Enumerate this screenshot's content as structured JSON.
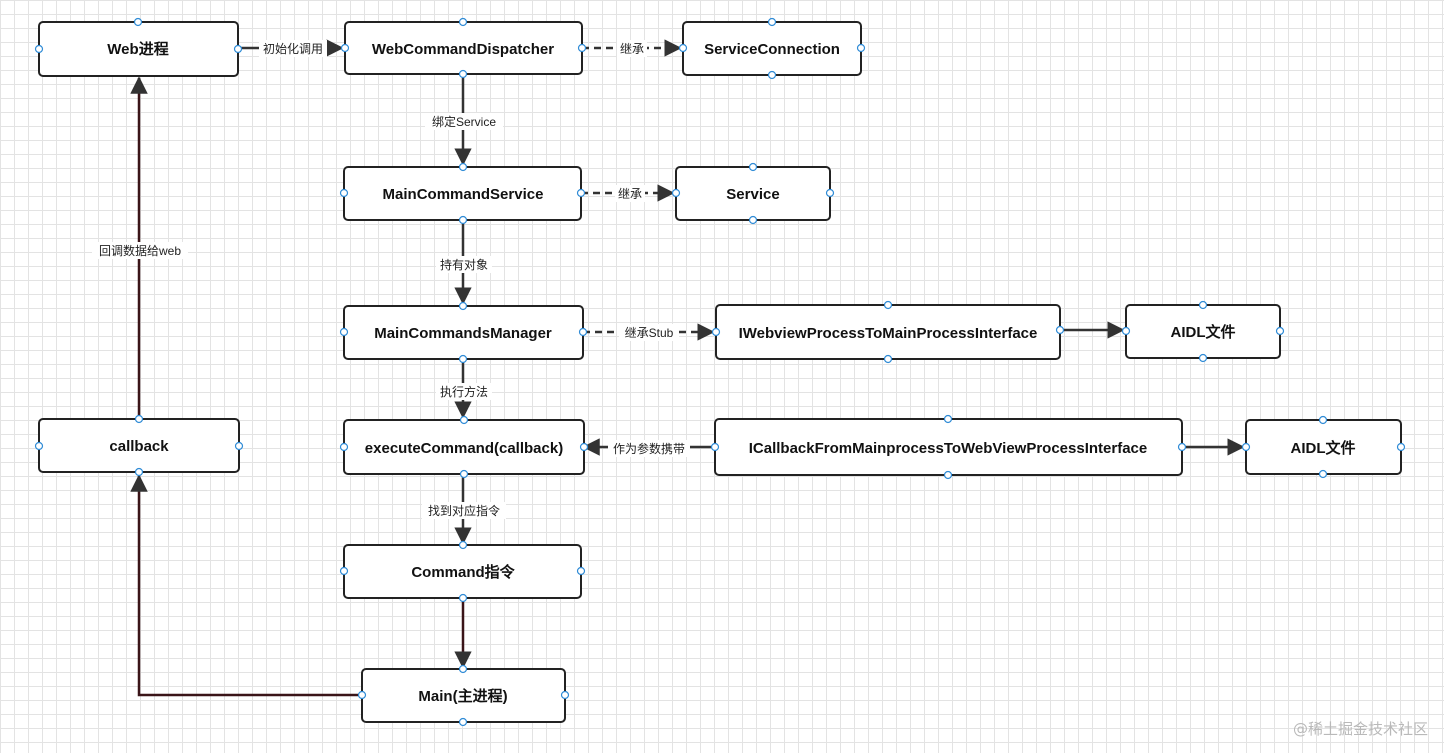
{
  "nodes": {
    "web": "Web进程",
    "dispatcher": "WebCommandDispatcher",
    "service_connection": "ServiceConnection",
    "main_command_service": "MainCommandService",
    "service": "Service",
    "commands_manager": "MainCommandsManager",
    "iwebview_interface": "IWebviewProcessToMainProcessInterface",
    "aidl_1": "AIDL文件",
    "callback": "callback",
    "execute_command": "executeCommand(callback)",
    "icallback_interface": "ICallbackFromMainprocessToWebViewProcessInterface",
    "aidl_2": "AIDL文件",
    "command": "Command指令",
    "main": "Main(主进程)"
  },
  "edges": {
    "init_call": "初始化调用",
    "inherit_1": "继承",
    "bind_service": "绑定Service",
    "inherit_2": "继承",
    "hold_object": "持有对象",
    "inherit_stub": "继承Stub",
    "execute_method": "执行方法",
    "pass_as_param": "作为参数携带",
    "find_command": "找到对应指令",
    "callback_to_web": "回调数据给web"
  },
  "colors": {
    "node_border": "#222222",
    "port": "#2f8bd6",
    "line_dark": "#333333",
    "line_red": "#3a1418"
  },
  "watermark": "@稀土掘金技术社区"
}
